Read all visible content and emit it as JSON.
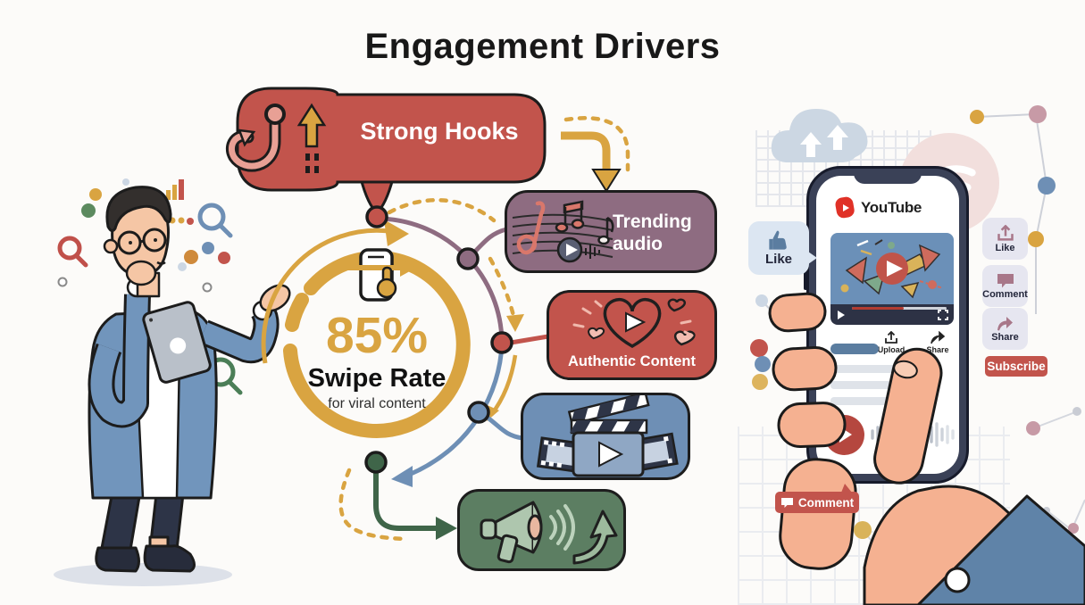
{
  "title": "Engagement Drivers",
  "diagram": {
    "strong_hooks_label": "Strong Hooks",
    "center_value": "85%",
    "center_label": "Swipe Rate",
    "center_sublabel": "for viral content",
    "trending_audio_label": "Trending audio",
    "authentic_content_label": "Authentic Content"
  },
  "phone": {
    "app_name": "YouTube",
    "upload_label": "Upload",
    "share_label": "Share"
  },
  "social": {
    "like_bubble_label": "Like",
    "like_button_label": "Like",
    "comment_button_label": "Comment",
    "share_button_label": "Share",
    "subscribe_label": "Subscribe",
    "comment_pill_label": "Comment"
  },
  "icons": {
    "banner": "fishing-hook-icon, up-arrow-icon",
    "center": "phone-swipe-icon",
    "trending_box": "music-notes-icon, play-icon, waveform-icon",
    "authentic_box": "heart-play-icon",
    "video_box": "film-clapper-icon",
    "megaphone_box": "megaphone-icon, growth-arrow-icon",
    "right_rail": "upload-icon, comment-icon, share-icon",
    "misc": "cloud-upload-icon, wifi-icon, magnifier-icon, thumbs-up-icon"
  },
  "colors": {
    "red": "#c2544c",
    "gold": "#d9a441",
    "purple": "#8e6c81",
    "blue": "#6e8fb5",
    "green": "#5c7e62",
    "navy": "#3a4157",
    "skin": "#f5b191"
  }
}
